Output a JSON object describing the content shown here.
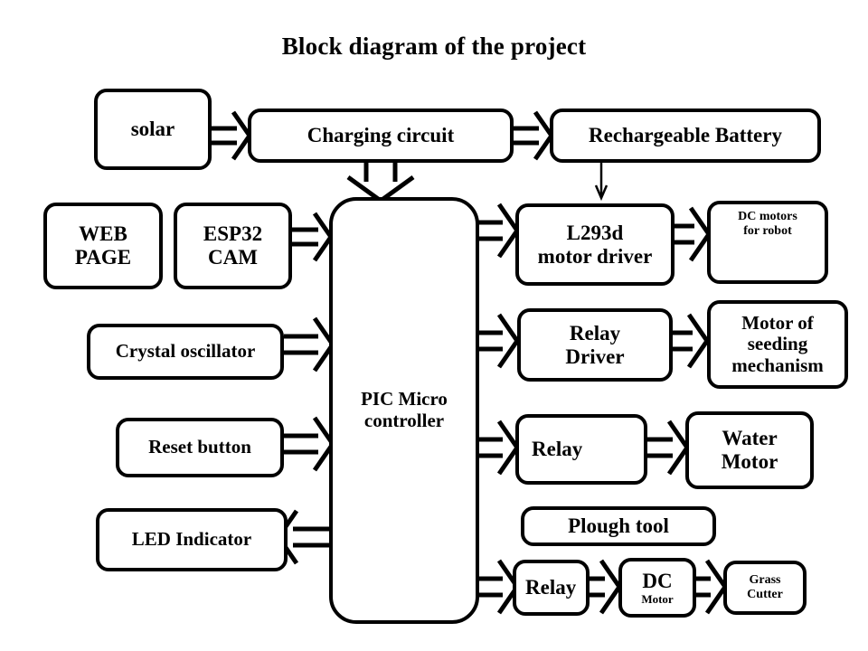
{
  "title": "Block diagram of the project",
  "diagram": {
    "type": "block-diagram",
    "nodes": [
      {
        "id": "solar",
        "lines": [
          "solar"
        ],
        "size": "lg"
      },
      {
        "id": "charging-circuit",
        "lines": [
          "Charging circuit"
        ],
        "size": "lg"
      },
      {
        "id": "rechargeable-battery",
        "lines": [
          "Rechargeable Battery"
        ],
        "size": "lg"
      },
      {
        "id": "web-page",
        "lines": [
          "WEB",
          "PAGE"
        ],
        "size": "lg"
      },
      {
        "id": "esp32-cam",
        "lines": [
          "ESP32",
          "CAM"
        ],
        "size": "lg"
      },
      {
        "id": "pic-microcontroller",
        "lines": [
          "PIC Micro",
          "controller"
        ],
        "size": "md"
      },
      {
        "id": "l293d-motor-driver",
        "lines": [
          "L293d",
          "motor driver"
        ],
        "size": "lg"
      },
      {
        "id": "dc-motors-for-robot",
        "lines": [
          "DC motors",
          "for robot"
        ],
        "size": "sm"
      },
      {
        "id": "crystal-oscillator",
        "lines": [
          "Crystal oscillator"
        ],
        "size": "md"
      },
      {
        "id": "relay-driver",
        "lines": [
          "Relay",
          "Driver"
        ],
        "size": "lg"
      },
      {
        "id": "motor-of-seeding-mechanism",
        "lines": [
          "Motor of",
          "seeding",
          "mechanism"
        ],
        "size": "md"
      },
      {
        "id": "reset-button",
        "lines": [
          "Reset button"
        ],
        "size": "md"
      },
      {
        "id": "relay-water",
        "lines": [
          "Relay"
        ],
        "size": "lg"
      },
      {
        "id": "water-motor",
        "lines": [
          "Water",
          "Motor"
        ],
        "size": "lg"
      },
      {
        "id": "led-indicator",
        "lines": [
          "LED Indicator"
        ],
        "size": "md"
      },
      {
        "id": "plough-tool",
        "lines": [
          "Plough tool"
        ],
        "size": "lg"
      },
      {
        "id": "relay-cutter",
        "lines": [
          "Relay"
        ],
        "size": "lg"
      },
      {
        "id": "dc-motor",
        "lines": [
          "DC",
          "Motor"
        ],
        "size": "dc"
      },
      {
        "id": "grass-cutter",
        "lines": [
          "Grass",
          "Cutter"
        ],
        "size": "sm"
      }
    ],
    "edges": [
      {
        "from": "solar",
        "to": "charging-circuit",
        "style": "block-double",
        "direction": "right"
      },
      {
        "from": "charging-circuit",
        "to": "rechargeable-battery",
        "style": "block-double",
        "direction": "right"
      },
      {
        "from": "charging-circuit",
        "to": "pic-microcontroller",
        "style": "block-wide",
        "direction": "down"
      },
      {
        "from": "rechargeable-battery",
        "to": "pic-microcontroller",
        "style": "thin-line",
        "direction": "down"
      },
      {
        "from": "esp32-cam",
        "to": "pic-microcontroller",
        "style": "block-double",
        "direction": "right"
      },
      {
        "from": "crystal-oscillator",
        "to": "pic-microcontroller",
        "style": "block-double",
        "direction": "right"
      },
      {
        "from": "reset-button",
        "to": "pic-microcontroller",
        "style": "block-double",
        "direction": "right"
      },
      {
        "from": "pic-microcontroller",
        "to": "led-indicator",
        "style": "block-double",
        "direction": "left"
      },
      {
        "from": "pic-microcontroller",
        "to": "l293d-motor-driver",
        "style": "block-double",
        "direction": "right"
      },
      {
        "from": "l293d-motor-driver",
        "to": "dc-motors-for-robot",
        "style": "block-double",
        "direction": "right"
      },
      {
        "from": "pic-microcontroller",
        "to": "relay-driver",
        "style": "block-double",
        "direction": "right"
      },
      {
        "from": "relay-driver",
        "to": "motor-of-seeding-mechanism",
        "style": "block-double",
        "direction": "right"
      },
      {
        "from": "pic-microcontroller",
        "to": "relay-water",
        "style": "block-double",
        "direction": "right"
      },
      {
        "from": "relay-water",
        "to": "water-motor",
        "style": "block-double",
        "direction": "right"
      },
      {
        "from": "pic-microcontroller",
        "to": "relay-cutter",
        "style": "block-double",
        "direction": "right"
      },
      {
        "from": "relay-cutter",
        "to": "dc-motor",
        "style": "block-double",
        "direction": "right"
      },
      {
        "from": "dc-motor",
        "to": "grass-cutter",
        "style": "block-double",
        "direction": "right"
      }
    ]
  },
  "colors": {
    "stroke": "#000000",
    "fill": "#ffffff",
    "text": "#000000"
  }
}
